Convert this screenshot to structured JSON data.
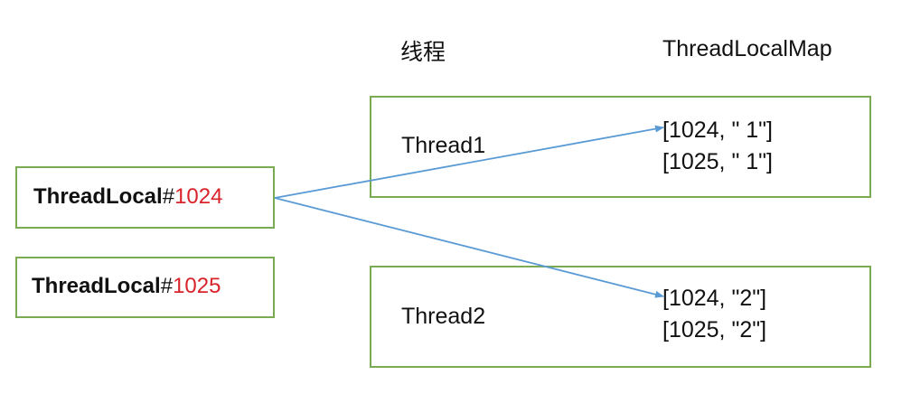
{
  "headers": {
    "thread_column": "线程",
    "map_column": "ThreadLocalMap"
  },
  "thread_locals": [
    {
      "name": "ThreadLocal",
      "hash": "#",
      "id": "1024"
    },
    {
      "name": "ThreadLocal",
      "hash": "#",
      "id": "1025"
    }
  ],
  "threads": [
    {
      "name": "Thread1",
      "entries": [
        "[1024, \" 1\"]",
        "[1025, \" 1\"]"
      ]
    },
    {
      "name": "Thread2",
      "entries": [
        "[1024, \"2\"]",
        "[1025, \"2\"]"
      ]
    }
  ],
  "colors": {
    "box_border": "#7aab52",
    "arrow": "#5b9bd5",
    "id_text": "#d9232a"
  }
}
